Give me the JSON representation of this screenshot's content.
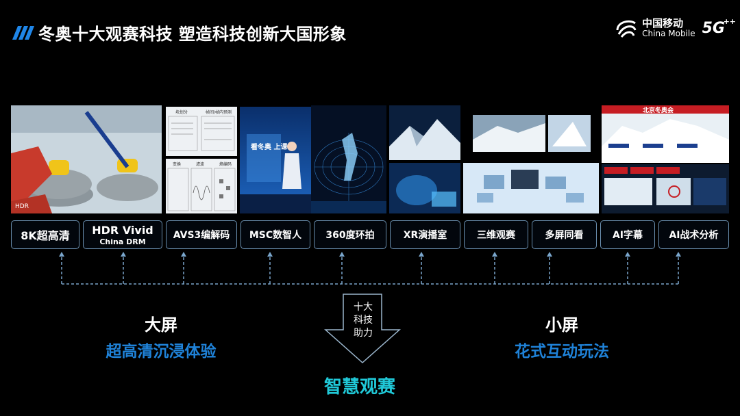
{
  "title": "冬奥十大观赛科技 塑造科技创新大国形象",
  "brand": {
    "name_cn": "中国移动",
    "name_en": "China Mobile",
    "badge": "5G",
    "badge_sup": "++"
  },
  "technologies": [
    {
      "label": "8K超高清",
      "sub": ""
    },
    {
      "label": "HDR Vivid",
      "sub": "China DRM"
    },
    {
      "label": "AVS3编解码",
      "sub": ""
    },
    {
      "label": "MSC数智人",
      "sub": ""
    },
    {
      "label": "360度环拍",
      "sub": ""
    },
    {
      "label": "XR演播室",
      "sub": ""
    },
    {
      "label": "三维观赛",
      "sub": ""
    },
    {
      "label": "多屏同看",
      "sub": ""
    },
    {
      "label": "AI字幕",
      "sub": ""
    },
    {
      "label": "AI战术分析",
      "sub": ""
    }
  ],
  "left_panel": {
    "title": "大屏",
    "subtitle": "超高清沉浸体验"
  },
  "right_panel": {
    "title": "小屏",
    "subtitle": "花式互动玩法"
  },
  "arrow_text": [
    "十大",
    "科技",
    "助力"
  ],
  "bottom_text": "智慧观赛",
  "thumb_texts": {
    "avs3_headers": [
      "块划分",
      "帧间/帧内预测"
    ],
    "avs3_headers2": [
      "变换",
      "滤波",
      "熵编码"
    ],
    "msc_caption": "看冬奥 上课啦",
    "beijing_banner": "北京冬奥会",
    "hdr_watermark": "HDR"
  },
  "colors": {
    "accent": "#1f82d8",
    "highlight": "#20c9d8",
    "border": "#6a8fb0"
  }
}
